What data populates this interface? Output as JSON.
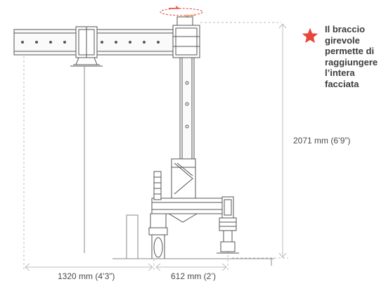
{
  "dimensions": {
    "height": "2071 mm (6’9”)",
    "left_width": "1320 mm (4’3”)",
    "right_width": "612 mm (2’)"
  },
  "callout": {
    "text": "Il braccio girevole permette di raggiungere l’intera facciata"
  },
  "icons": {
    "star": "star-icon",
    "rotation": "rotation-arrows-icon"
  },
  "colors": {
    "accent": "#e8453c",
    "line": "#555555",
    "dimension": "#bdbdbd"
  }
}
